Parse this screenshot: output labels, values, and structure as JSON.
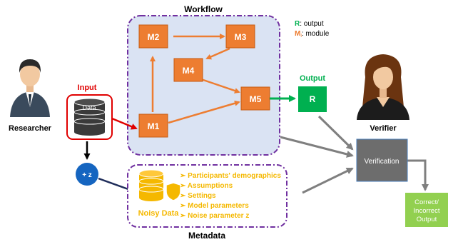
{
  "workflow": {
    "title": "Workflow",
    "modules": {
      "m1": "M1",
      "m2": "M2",
      "m3": "M3",
      "m4": "M4",
      "m5": "M5"
    }
  },
  "legend": {
    "r_key": "R",
    "r_text": ": output",
    "m_key": "M",
    "m_sub": "i",
    "m_text": ": module"
  },
  "output": {
    "label": "Output",
    "box": "R"
  },
  "input": {
    "label": "Input",
    "data_label": "Data"
  },
  "researcher": {
    "label": "Researcher"
  },
  "verifier": {
    "label": "Verifier"
  },
  "noise": {
    "label": "+ z"
  },
  "metadata": {
    "title": "Metadata",
    "noisy_label": "Noisy Data",
    "items": [
      "Participants' demographics",
      "Assumptions",
      "Settings",
      "Model parameters",
      "Noise parameter z"
    ]
  },
  "verification": {
    "label": "Verification"
  },
  "result": {
    "line1": "Correct/",
    "line2": "Incorrect",
    "line3": "Output"
  },
  "colors": {
    "module": "#ed7d31",
    "workflow_bg": "#dae3f3",
    "dash_border": "#7030a0",
    "output_green": "#00b050",
    "input_red": "#e00000",
    "metadata_gold": "#f5b800",
    "noise_blue": "#1565c0",
    "verification_gray": "#7f7f7f",
    "result_green": "#92d050",
    "arrow_gray": "#7f7f7f"
  }
}
